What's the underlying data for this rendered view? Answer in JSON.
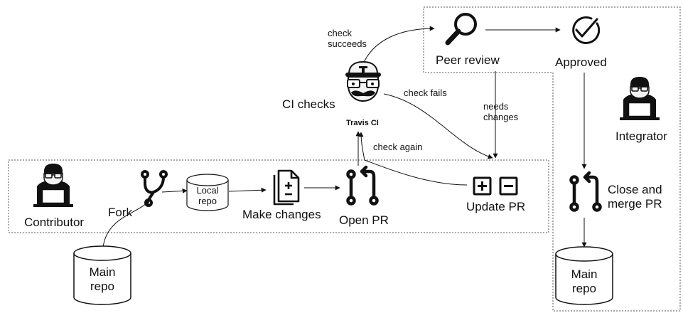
{
  "diagram": {
    "nodes": {
      "contributor": {
        "label": "Contributor",
        "icon": "developer-icon"
      },
      "fork": {
        "label": "Fork",
        "icon": "fork-icon"
      },
      "local_repo": {
        "label": "Local\nrepo",
        "icon": "database-icon"
      },
      "make_changes": {
        "label": "Make changes",
        "icon": "file-diff-icon"
      },
      "open_pr": {
        "label": "Open PR",
        "icon": "pull-request-icon"
      },
      "update_pr": {
        "label": "Update PR",
        "icon": "plus-minus-icon"
      },
      "ci_checks": {
        "label": "CI checks",
        "icon": "travis-ci-mascot-icon",
        "logo_text": "Travis CI"
      },
      "peer_review": {
        "label": "Peer review",
        "icon": "magnifier-icon"
      },
      "approved": {
        "label": "Approved",
        "icon": "check-circle-icon"
      },
      "integrator": {
        "label": "Integrator",
        "icon": "developer-icon"
      },
      "close_merge": {
        "label": "Close and\nmerge PR",
        "icon": "pull-request-icon"
      },
      "main_repo_left": {
        "label": "Main\nrepo",
        "icon": "database-icon"
      },
      "main_repo_right": {
        "label": "Main\nrepo",
        "icon": "database-icon"
      }
    },
    "edges": {
      "check_succeeds": "check\nsucceeds",
      "check_fails": "check fails",
      "needs_changes": "needs\nchanges",
      "check_again": "check again"
    }
  }
}
